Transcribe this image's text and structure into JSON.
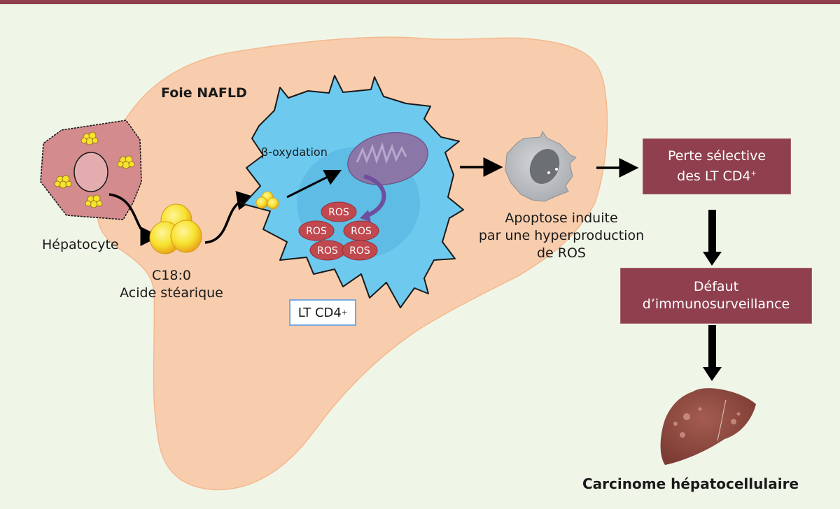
{
  "colors": {
    "accent": "#8f3f4d",
    "background": "#eff6e8",
    "liver_fill": "#f8cdae",
    "lymphocyte_fill": "#6ec9ef",
    "hepatocyte_fill": "#d48b8e",
    "lipid_fill": "#f7e22e",
    "ros_fill": "#c0484e",
    "mitochondria_fill": "#8b76a8",
    "lt_box_border": "#7aa8dd"
  },
  "labels": {
    "liver_title": "Foie NAFLD",
    "hepatocyte": "Hépatocyte",
    "fatty_acid_code": "C18:0",
    "fatty_acid_name": "Acide stéarique",
    "beta_oxidation": "β-oxydation",
    "ros": "ROS",
    "lt_cd4": "LT CD4",
    "lt_cd4_sup": "+",
    "apoptosis_line1": "Apoptose induite",
    "apoptosis_line2": "par une hyperproduction",
    "apoptosis_line3": "de ROS",
    "carcinoma": "Carcinome hépatocellulaire"
  },
  "flow_boxes": [
    {
      "line1": "Perte sélective",
      "line2": "des LT CD4",
      "sup": "+"
    },
    {
      "line1": "Défaut",
      "line2": "d’immunosurveillance",
      "sup": ""
    }
  ]
}
